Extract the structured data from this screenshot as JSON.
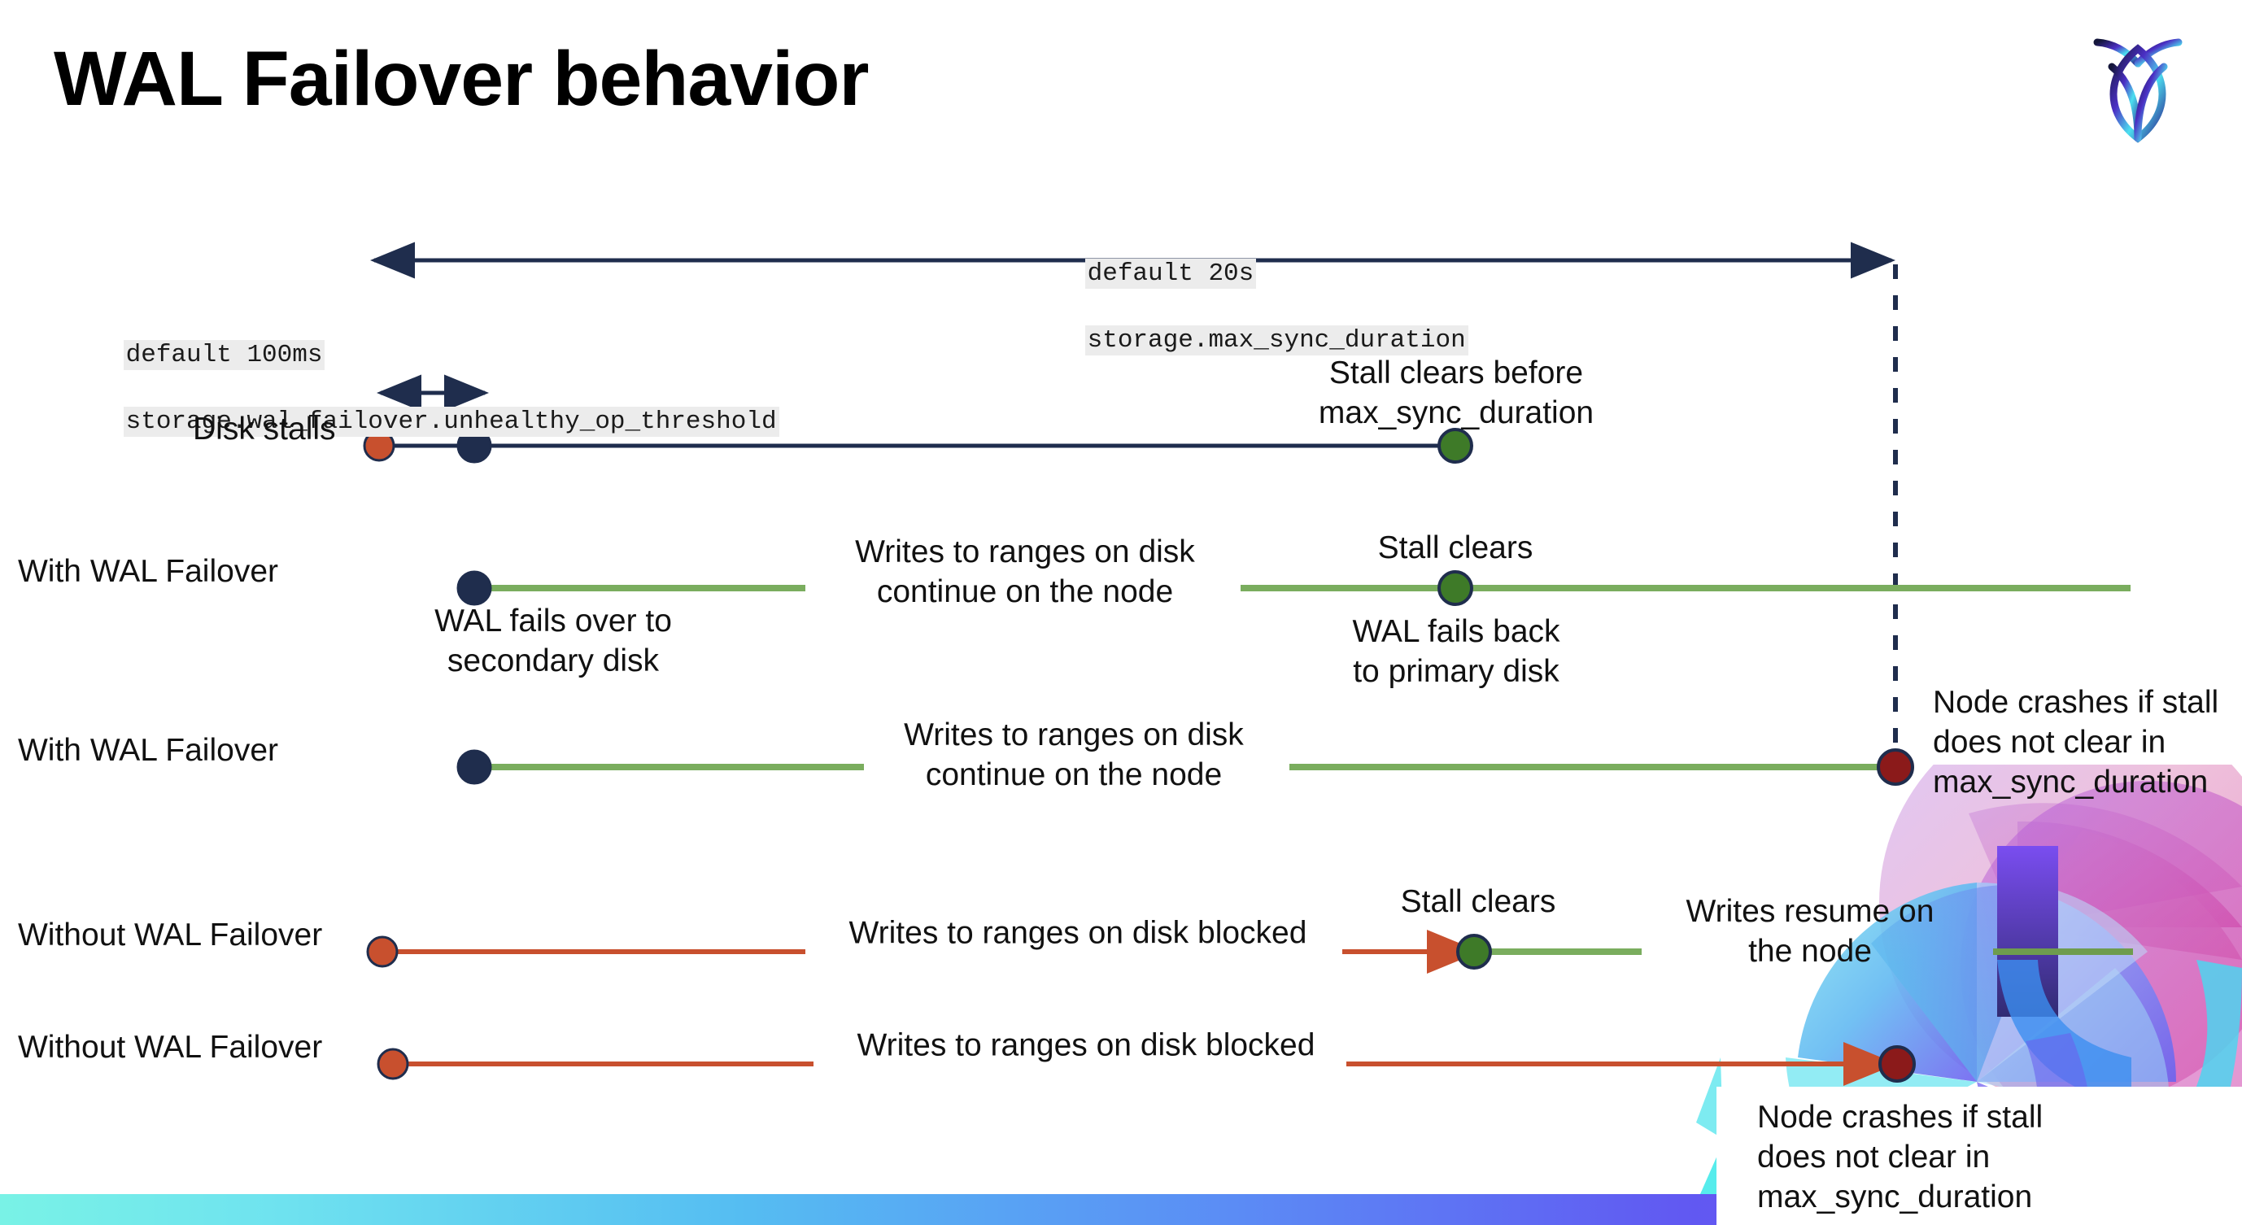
{
  "slide": {
    "title": "WAL Failover behavior",
    "logo_name": "cockroachdb-logo",
    "background": "#ffffff",
    "bottom_bar_gradient": [
      "#79f2e6",
      "#55bdf2",
      "#6159f2",
      "#6a43ef"
    ]
  },
  "colors": {
    "navy": "#1f2d4d",
    "green_line": "#7aad5e",
    "green_dot": "#3e7a28",
    "orange": "#c8502e",
    "dark_red": "#8b1a1a",
    "code_bg": "#ececec",
    "text": "#111111"
  },
  "settings": {
    "max_sync": {
      "default": "default 20s",
      "name": "storage.max_sync_duration"
    },
    "unhealthy_op": {
      "default": "default 100ms",
      "name": "storage.wal_failover.unhealthy_op_threshold"
    }
  },
  "rows": [
    {
      "id": "disk-stalls",
      "label": "Disk stalls",
      "annotations": [
        "Stall clears before",
        "max_sync_duration"
      ]
    },
    {
      "id": "with-wal-failover-1",
      "label": "With WAL Failover",
      "annotations": [
        "Writes to ranges on disk",
        "continue on the node",
        "WAL fails over to",
        "secondary disk",
        "Stall clears",
        "WAL fails  back",
        "to primary disk"
      ]
    },
    {
      "id": "with-wal-failover-2",
      "label": "With WAL Failover",
      "annotations": [
        "Writes to ranges on disk",
        "continue on the node",
        "Node crashes if stall",
        "does not clear in",
        "max_sync_duration"
      ]
    },
    {
      "id": "without-wal-failover-1",
      "label": "Without WAL Failover",
      "annotations": [
        "Writes to ranges on disk  blocked",
        "Stall clears",
        "Writes resume on",
        "the node"
      ]
    },
    {
      "id": "without-wal-failover-2",
      "label": "Without WAL Failover",
      "annotations": [
        "Writes to ranges on disk  blocked",
        "Node crashes if stall",
        "does not clear in",
        "max_sync_duration"
      ]
    }
  ],
  "text": {
    "disk_stalls": "Disk stalls",
    "with_wal_failover": "With WAL Failover",
    "without_wal_failover": "Without WAL Failover",
    "stall_clears_before": "Stall clears before",
    "max_sync_duration": "max_sync_duration",
    "writes_continue_1": "Writes to ranges on disk",
    "writes_continue_2": "continue on the node",
    "wal_fails_over_1": "WAL fails over to",
    "wal_fails_over_2": "secondary disk",
    "stall_clears": "Stall clears",
    "wal_fails_back_1": "WAL fails  back",
    "wal_fails_back_2": "to primary disk",
    "node_crashes_1": "Node crashes if stall",
    "node_crashes_2": "does not clear in",
    "node_crashes_3": "max_sync_duration",
    "writes_blocked": "Writes to ranges on disk  blocked",
    "writes_resume_1": "Writes resume on",
    "writes_resume_2": "the node"
  }
}
